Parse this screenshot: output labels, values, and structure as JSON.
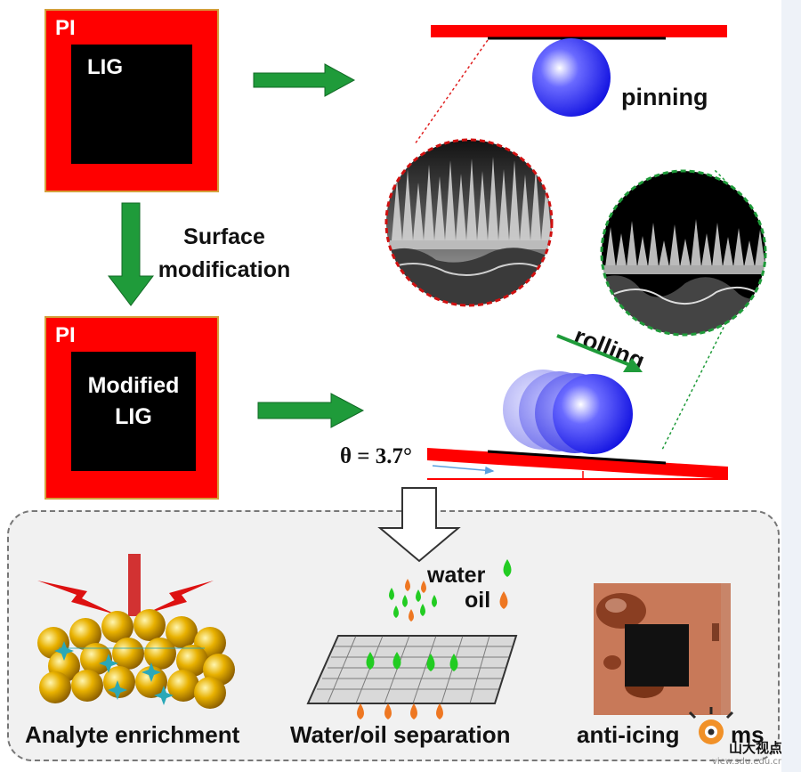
{
  "top_left": {
    "pi_label": "PI",
    "lig_label": "LIG"
  },
  "middle_left": {
    "pi_label": "PI",
    "modified_label_line1": "Modified",
    "modified_label_line2": "LIG"
  },
  "process": {
    "surface_line1": "Surface",
    "surface_line2": "modification"
  },
  "right": {
    "pinning": "pinning",
    "rolling": "rolling",
    "theta": "θ = 3.7°"
  },
  "bottom": {
    "analyte": "Analyte enrichment",
    "separation": "Water/oil separation",
    "anti_icing": "anti-icing",
    "anti_icing_suffix": "ms",
    "water": "water",
    "oil": "oil"
  },
  "watermark": {
    "chinese": "山大视点",
    "url": "view.sdu.edu.cn"
  },
  "colors": {
    "pi_red": "#ff0000",
    "arrow_green": "#1f9b3a",
    "droplet_blue": "#2a2aff",
    "water_green": "#22cc22",
    "oil_orange": "#ee7722"
  }
}
